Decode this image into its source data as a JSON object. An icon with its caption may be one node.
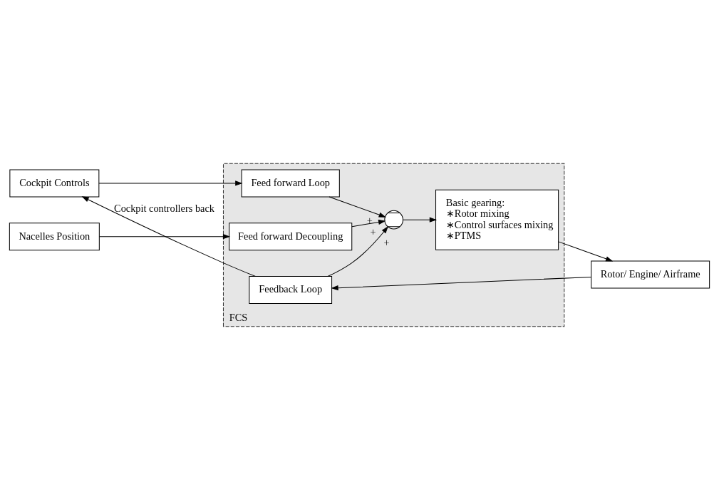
{
  "diagram": {
    "nodes": [
      {
        "text": [
          "FCS"
        ]
      },
      {
        "text": [
          "Nacelles Position"
        ]
      },
      {
        "text": [
          "Feed forward Decoupling"
        ],
        "in": 0
      },
      {
        "text": [
          "Cockpit Controls"
        ]
      },
      {
        "text": [
          "Feed forward Loop"
        ],
        "in": 0
      },
      {
        "text": [],
        "shape": "circle",
        "in": 0,
        "beside": [
          "+",
          "+",
          "+"
        ]
      },
      {
        "text": [
          "Basic gearing:",
          "∗Rotor mixing",
          "∗Control surfaces mixing",
          "∗PTMS"
        ],
        "in": 0
      },
      {
        "text": [
          "Rotor/ Engine/ Airframe"
        ]
      },
      {
        "text": [
          "Feedback Loop"
        ],
        "in": 0
      }
    ],
    "edges": [
      {
        "from": 1,
        "to": 2,
        "arrow": "to"
      },
      {
        "from": 2,
        "to": 5,
        "arrow": "to"
      },
      {
        "from": 3,
        "to": 4,
        "arrow": "to"
      },
      {
        "from": 4,
        "to": 5,
        "arrow": "to"
      },
      {
        "from": 5,
        "to": 6,
        "arrow": "to"
      },
      {
        "from": 6,
        "to": 7,
        "arrow": "to"
      },
      {
        "from": 7,
        "to": 8,
        "arrow": "to"
      },
      {
        "from": 8,
        "to": 5,
        "arrow": "to"
      },
      {
        "from": 8,
        "to": 3,
        "arrow": "to",
        "label": "Cockpit controllers back"
      }
    ]
  }
}
